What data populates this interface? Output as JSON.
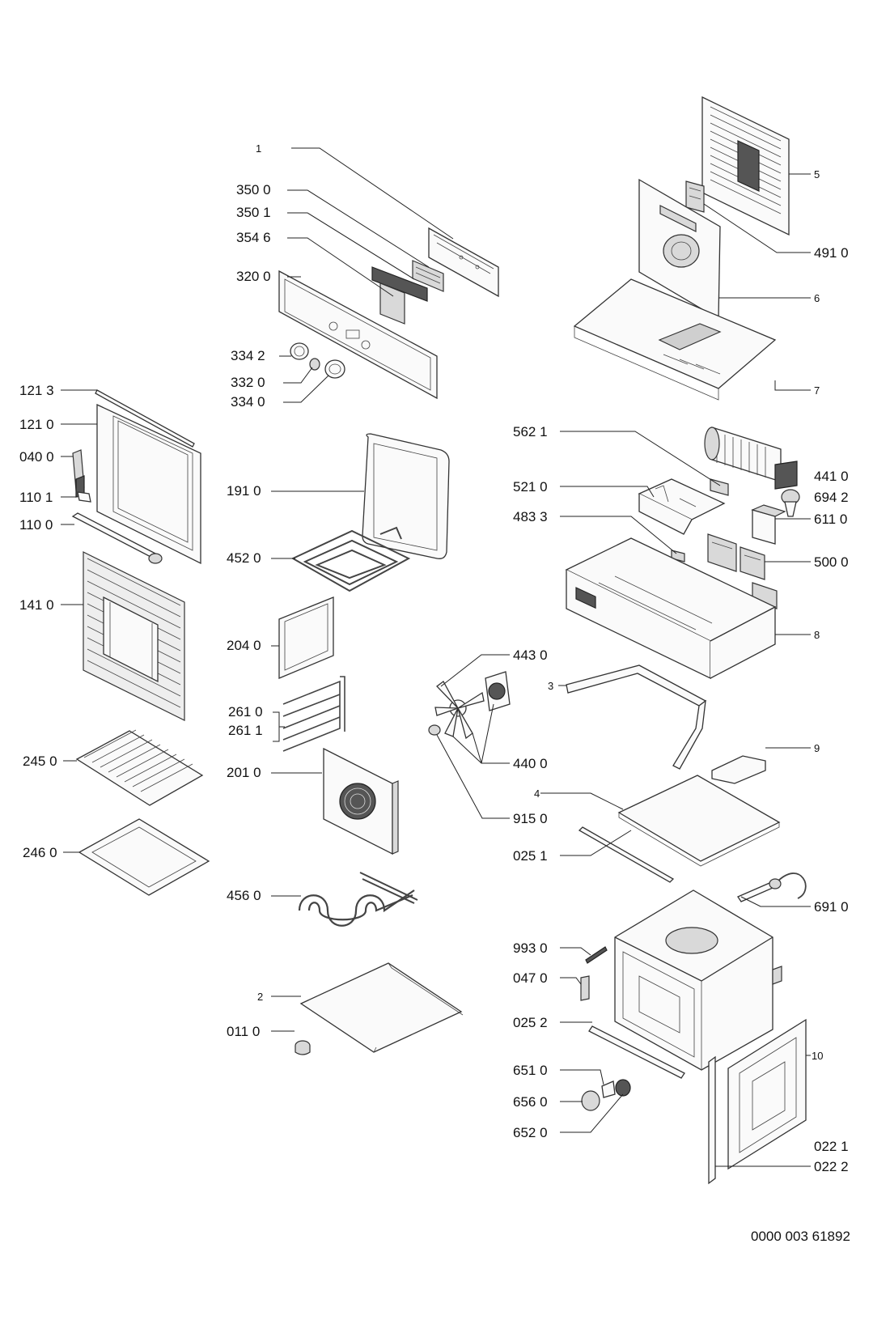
{
  "document_number": "0000 003 61892",
  "labels": {
    "l1": "1",
    "l2": "2",
    "l3": "3",
    "l4": "4",
    "l5": "5",
    "l6": "6",
    "l7": "7",
    "l8": "8",
    "l9": "9",
    "l10": "10",
    "l3500": "350 0",
    "l3501": "350 1",
    "l3546": "354 6",
    "l3200": "320 0",
    "l3342": "334 2",
    "l3320": "332 0",
    "l3340": "334 0",
    "l1213": "121 3",
    "l1210": "121 0",
    "l0400": "040 0",
    "l1101": "110 1",
    "l1100": "110 0",
    "l1410": "141 0",
    "l2450": "245 0",
    "l2460": "246 0",
    "l1910": "191 0",
    "l4520": "452 0",
    "l2040": "204 0",
    "l2610": "261 0",
    "l2611": "261 1",
    "l2010": "201 0",
    "l4560": "456 0",
    "l0110": "011 0",
    "l4430": "443 0",
    "l4400": "440 0",
    "l9150": "915 0",
    "l4910": "491 0",
    "l5621": "562 1",
    "l4410": "441 0",
    "l5210": "521 0",
    "l6942": "694 2",
    "l4833": "483 3",
    "l6110": "611 0",
    "l5000": "500 0",
    "l0251": "025 1",
    "l6910": "691 0",
    "l9930": "993 0",
    "l0470": "047 0",
    "l0252": "025 2",
    "l6510": "651 0",
    "l6560": "656 0",
    "l6520": "652 0",
    "l0221": "022 1",
    "l0222": "022 2"
  }
}
